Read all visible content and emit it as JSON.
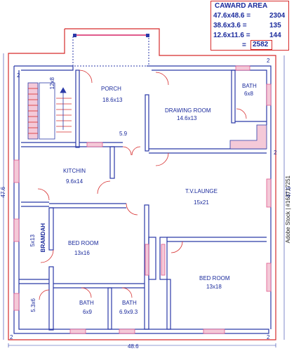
{
  "area_table": {
    "title": "CAWARD AREA",
    "rows": [
      {
        "expr": "47.6x48.6 =",
        "value": "2304"
      },
      {
        "expr": "38.6x3.6 =",
        "value": "135"
      },
      {
        "expr": "12.6x11.6 =",
        "value": "144"
      }
    ],
    "total_prefix": "=",
    "total": "2582"
  },
  "dimensions": {
    "bottom_width": "48.6",
    "left_depth": "47.6",
    "right_depth": "47.6",
    "offset_top_left": "2",
    "offset_top_right": "2",
    "offset_mid_right": "2",
    "offset_bottom_left": "2",
    "offset_bottom_right": "2",
    "gap": "5.9"
  },
  "rooms": {
    "porch": {
      "name": "PORCH",
      "size": "18.6x13"
    },
    "stair": {
      "size": "12x8"
    },
    "bath_top": {
      "name": "BATH",
      "size": "6x8"
    },
    "drawing": {
      "name": "DRAWING ROOM",
      "size": "14.6x13"
    },
    "kitchen": {
      "name": "KITCHIN",
      "size": "9.6x14"
    },
    "tv": {
      "name": "T.V.LAUNGE",
      "size": "15x21"
    },
    "bramdah": {
      "name": "BRAMDAH",
      "size": "5x13"
    },
    "bed1": {
      "name": "BED ROOM",
      "size": "13x16"
    },
    "bed2": {
      "name": "BED ROOM",
      "size": "13x18"
    },
    "bath1": {
      "name": "BATH",
      "size": "6x9"
    },
    "bath2": {
      "name": "BATH",
      "size": "6.9x9.3"
    },
    "small": {
      "size": "5.3x6"
    }
  },
  "watermark": "Adobe Stock | #163717251",
  "colors": {
    "wall": "#2b3aa8",
    "boundary": "#d62b2b",
    "text": "#1a2a9c",
    "window": "#e05a8c"
  }
}
